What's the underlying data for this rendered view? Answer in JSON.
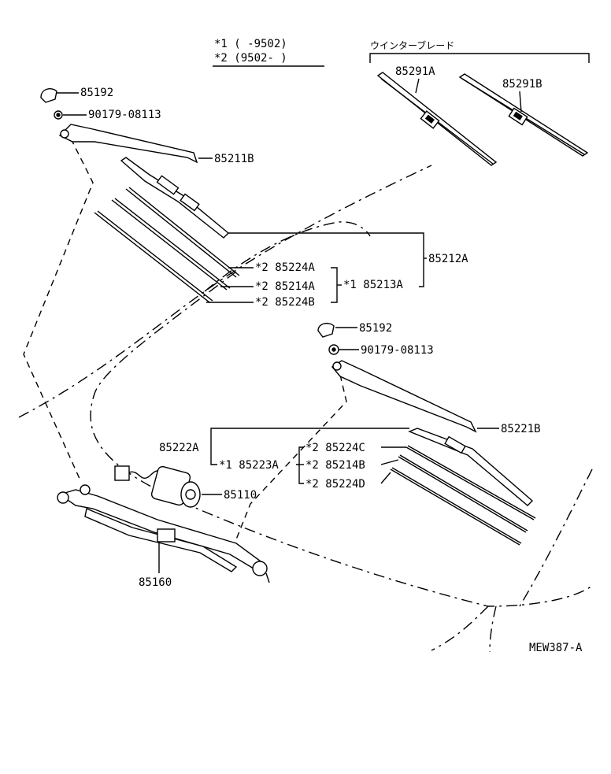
{
  "legend": {
    "row1": "*1  (     -9502)",
    "row2": "*2  (9502-     )"
  },
  "winter_header": "ウインターブレード",
  "labels": {
    "p85291A": "85291A",
    "p85291B": "85291B",
    "p85192_top": "85192",
    "p90179_top": "90179-08113",
    "p85211B": "85211B",
    "p85212A": "85212A",
    "p85224A": "*2  85224A",
    "p85214A": "*2  85214A",
    "p85213A": "*1  85213A",
    "p85224B": "*2  85224B",
    "p85192_mid": "85192",
    "p90179_mid": "90179-08113",
    "p85221B": "85221B",
    "p85222A": "85222A",
    "p85223A": "*1  85223A",
    "p85224C": "*2  85224C",
    "p85214B": "*2  85214B",
    "p85224D": "*2  85224D",
    "p85110": "85110",
    "p85160": "85160"
  },
  "diagram_code": "MEW387-A"
}
